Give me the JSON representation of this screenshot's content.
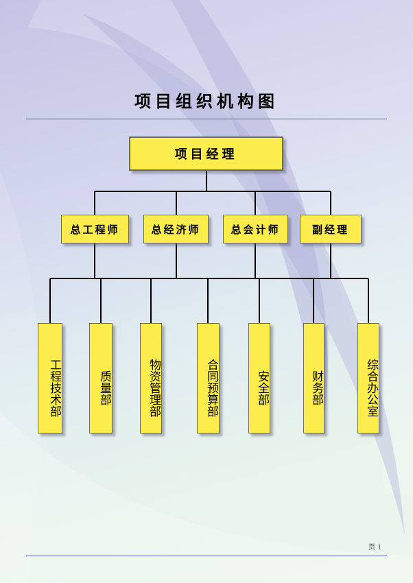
{
  "title": "项目组织机构图",
  "root": {
    "label": "项目经理"
  },
  "managers": [
    {
      "label": "总工程师"
    },
    {
      "label": "总经济师"
    },
    {
      "label": "总会计师"
    },
    {
      "label": "副经理"
    }
  ],
  "departments": [
    {
      "label": "工程技术部"
    },
    {
      "label": "质量部"
    },
    {
      "label": "物资管理部"
    },
    {
      "label": "合同预算部"
    },
    {
      "label": "安全部"
    },
    {
      "label": "财务部"
    },
    {
      "label": "综合办公室"
    }
  ],
  "footer": {
    "page_label": "页 1"
  },
  "colors": {
    "box_fill": "#fcec4c",
    "rule": "#5b5fa6",
    "connector": "#000000"
  }
}
